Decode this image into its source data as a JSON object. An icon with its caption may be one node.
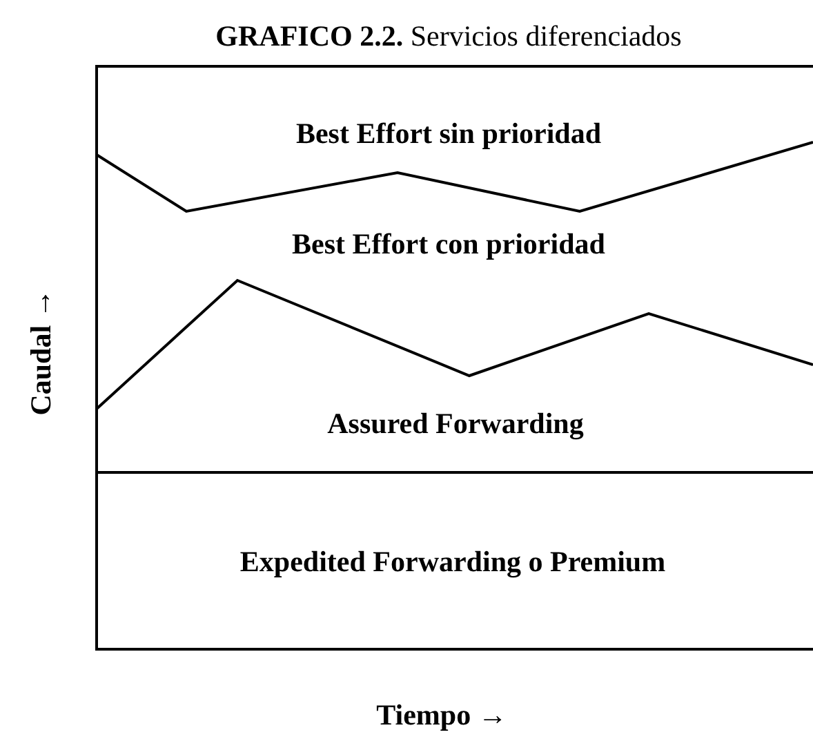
{
  "diagram": {
    "title": "**GRAFICO 2.2.** Servicios diferenciados",
    "labels": [
      "Best Effort sin prioridad",
      "Best Effort con prioridad",
      "Caudal →",
      "Assured Forwarding",
      "Expedited Forwarding o Premium",
      "Tiempo →"
    ]
  }
}
